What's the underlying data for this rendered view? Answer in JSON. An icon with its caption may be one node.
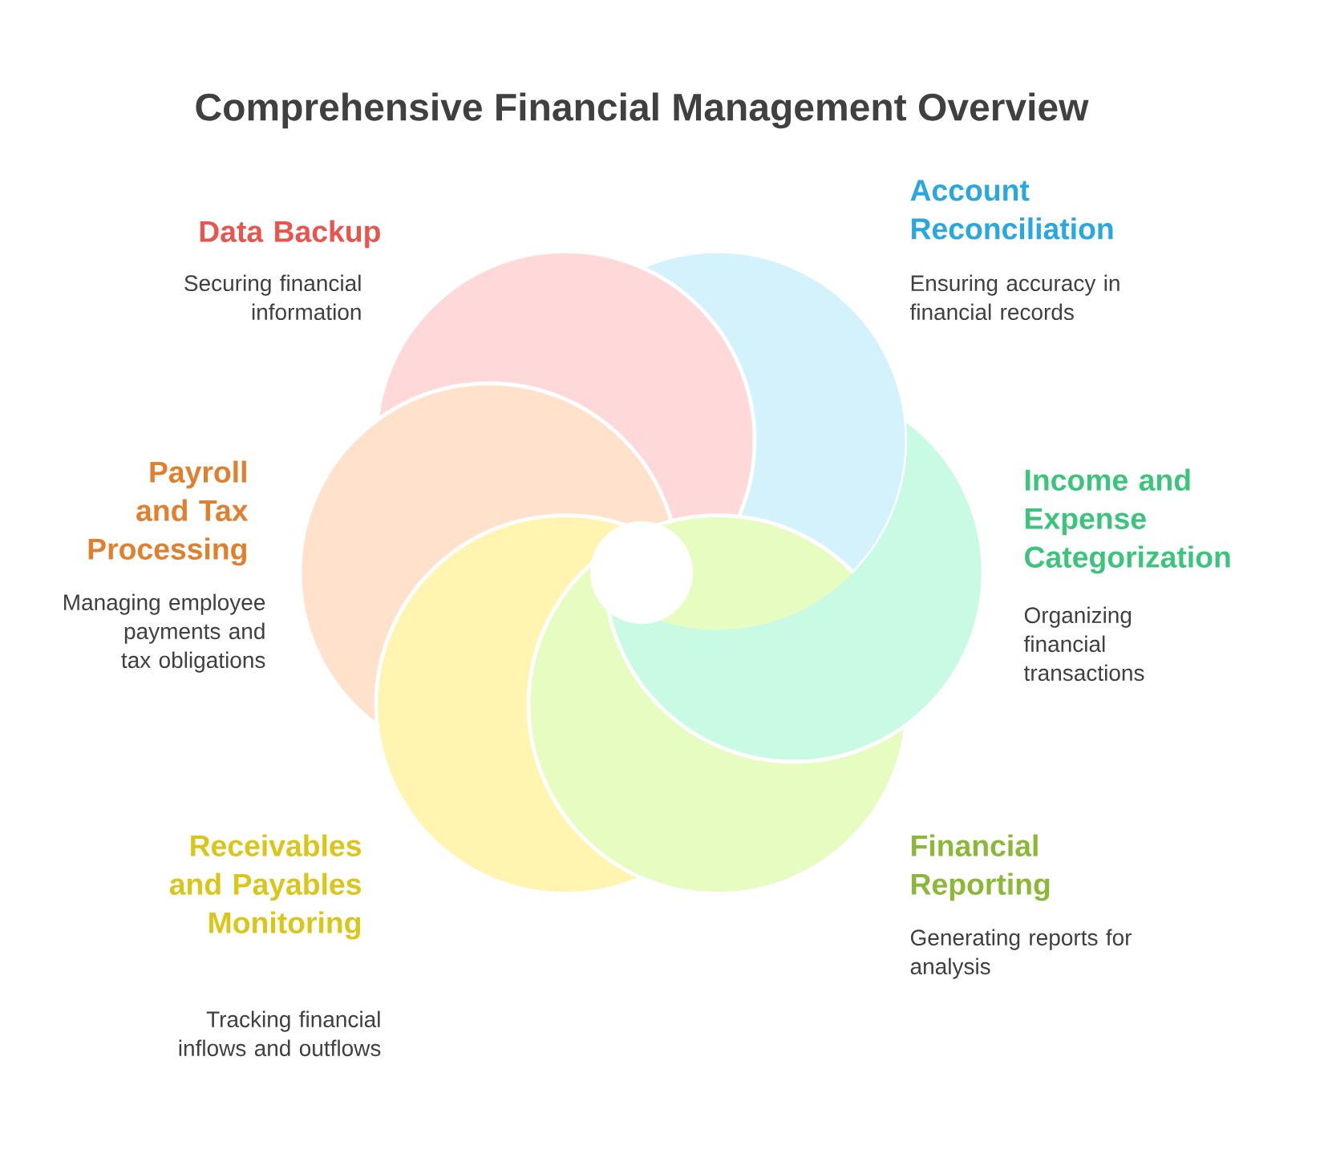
{
  "diagram": {
    "title": "Comprehensive Financial Management Overview",
    "nodes": [
      {
        "text": [
          "Data Backup",
          "Securing financial information"
        ]
      },
      {
        "text": [
          "Account Reconciliation",
          "Ensuring accuracy in financial records"
        ]
      },
      {
        "text": [
          "Payroll and Tax Processing",
          "Managing employee payments and tax obligations"
        ]
      },
      {
        "text": [
          "Income and Expense Categorization",
          "Organizing financial transactions"
        ]
      },
      {
        "text": [
          "Receivables and Payables Monitoring",
          "Tracking financial inflows and outflows"
        ]
      },
      {
        "text": [
          "Financial Reporting",
          "Generating reports for analysis"
        ]
      }
    ]
  }
}
